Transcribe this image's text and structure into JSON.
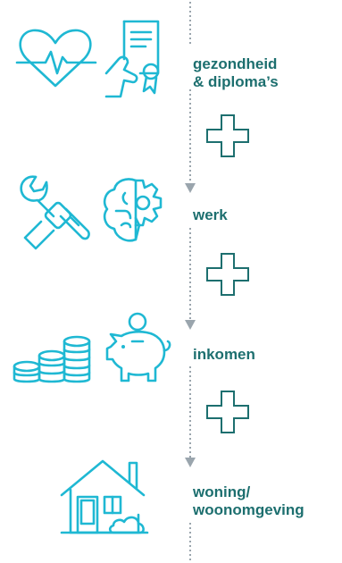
{
  "steps": [
    {
      "lines": [
        "gezondheid",
        "& diploma’s"
      ],
      "icons": [
        "heart-pulse-icon",
        "diploma-in-hand-icon"
      ]
    },
    {
      "lines": [
        "werk"
      ],
      "icons": [
        "wrench-hand-icon",
        "brain-gear-icon"
      ]
    },
    {
      "lines": [
        "inkomen"
      ],
      "icons": [
        "coin-stacks-icon",
        "piggy-bank-icon"
      ]
    },
    {
      "lines": [
        "woning/",
        "woonomgeving"
      ],
      "icons": [
        "house-icon"
      ]
    }
  ],
  "colors": {
    "icon": "#1fb8d3",
    "text": "#1d6f6f",
    "connector": "#9aa5ad",
    "plus": "#1d6f6f"
  }
}
